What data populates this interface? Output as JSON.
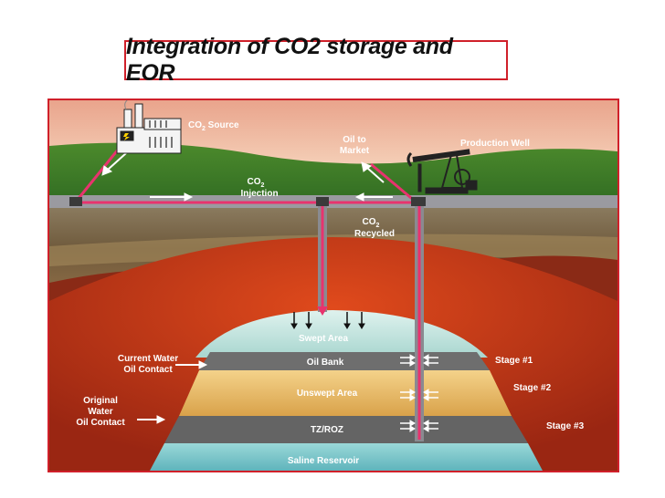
{
  "title": "Integration of CO2 storage and EOR",
  "labels": {
    "co2_source": "CO",
    "co2_source_sub": "2",
    "co2_source_tail": " Source",
    "oil_to": "Oil to",
    "market": "Market",
    "production_well": "Production Well",
    "co2_injection_top": "CO",
    "co2_injection_sub": "2",
    "injection": "Injection",
    "co2_recycled_top": "CO",
    "co2_recycled_sub": "2",
    "recycled": "Recycled",
    "swept_area": "Swept Area",
    "oil_bank": "Oil Bank",
    "unswept_area": "Unswept Area",
    "tz_roz": "TZ/ROZ",
    "saline_reservoir": "Saline Reservoir",
    "current_water": "Current Water",
    "oil_contact_1": "Oil Contact",
    "original": "Original",
    "water": "Water",
    "oil_contact_2": "Oil Contact",
    "stage1": "Stage #1",
    "stage2": "Stage #2",
    "stage3": "Stage #3"
  },
  "colors": {
    "accent_red": "#d0202a",
    "pipe_pink": "#e8336e",
    "sky": "#f0b8a0",
    "grass": "#4f8a2e",
    "dome_red": "#c8361c",
    "swept": "#bfe3dc",
    "oil_bank": "#6e6e6e",
    "unswept": "#e8b45c",
    "tz_roz": "#6a6a6a",
    "saline": "#7cc8cc"
  },
  "icons": [
    "power-plant-icon",
    "pump-jack-icon",
    "flow-arrow-icon"
  ]
}
